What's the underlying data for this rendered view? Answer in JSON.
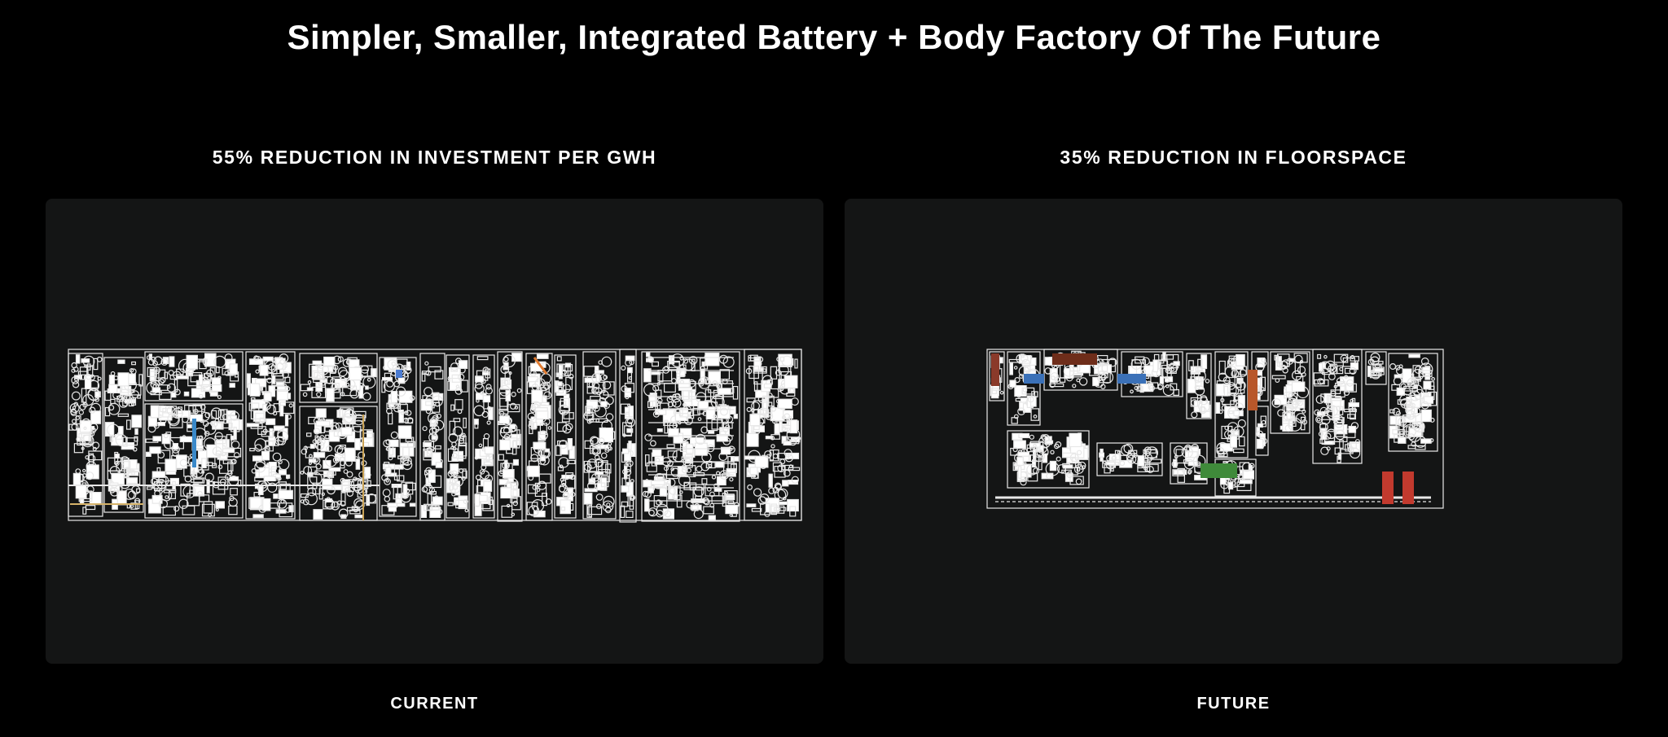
{
  "title": "Simpler, Smaller, Integrated Battery + Body Factory Of The Future",
  "columns": [
    {
      "heading": "55% REDUCTION IN INVESTMENT PER GWH",
      "label": "CURRENT"
    },
    {
      "heading": "35% REDUCTION IN FLOORSPACE",
      "label": "FUTURE"
    }
  ],
  "colors": {
    "background": "#000000",
    "panel": "#141515",
    "drawing": "#ffffff"
  }
}
